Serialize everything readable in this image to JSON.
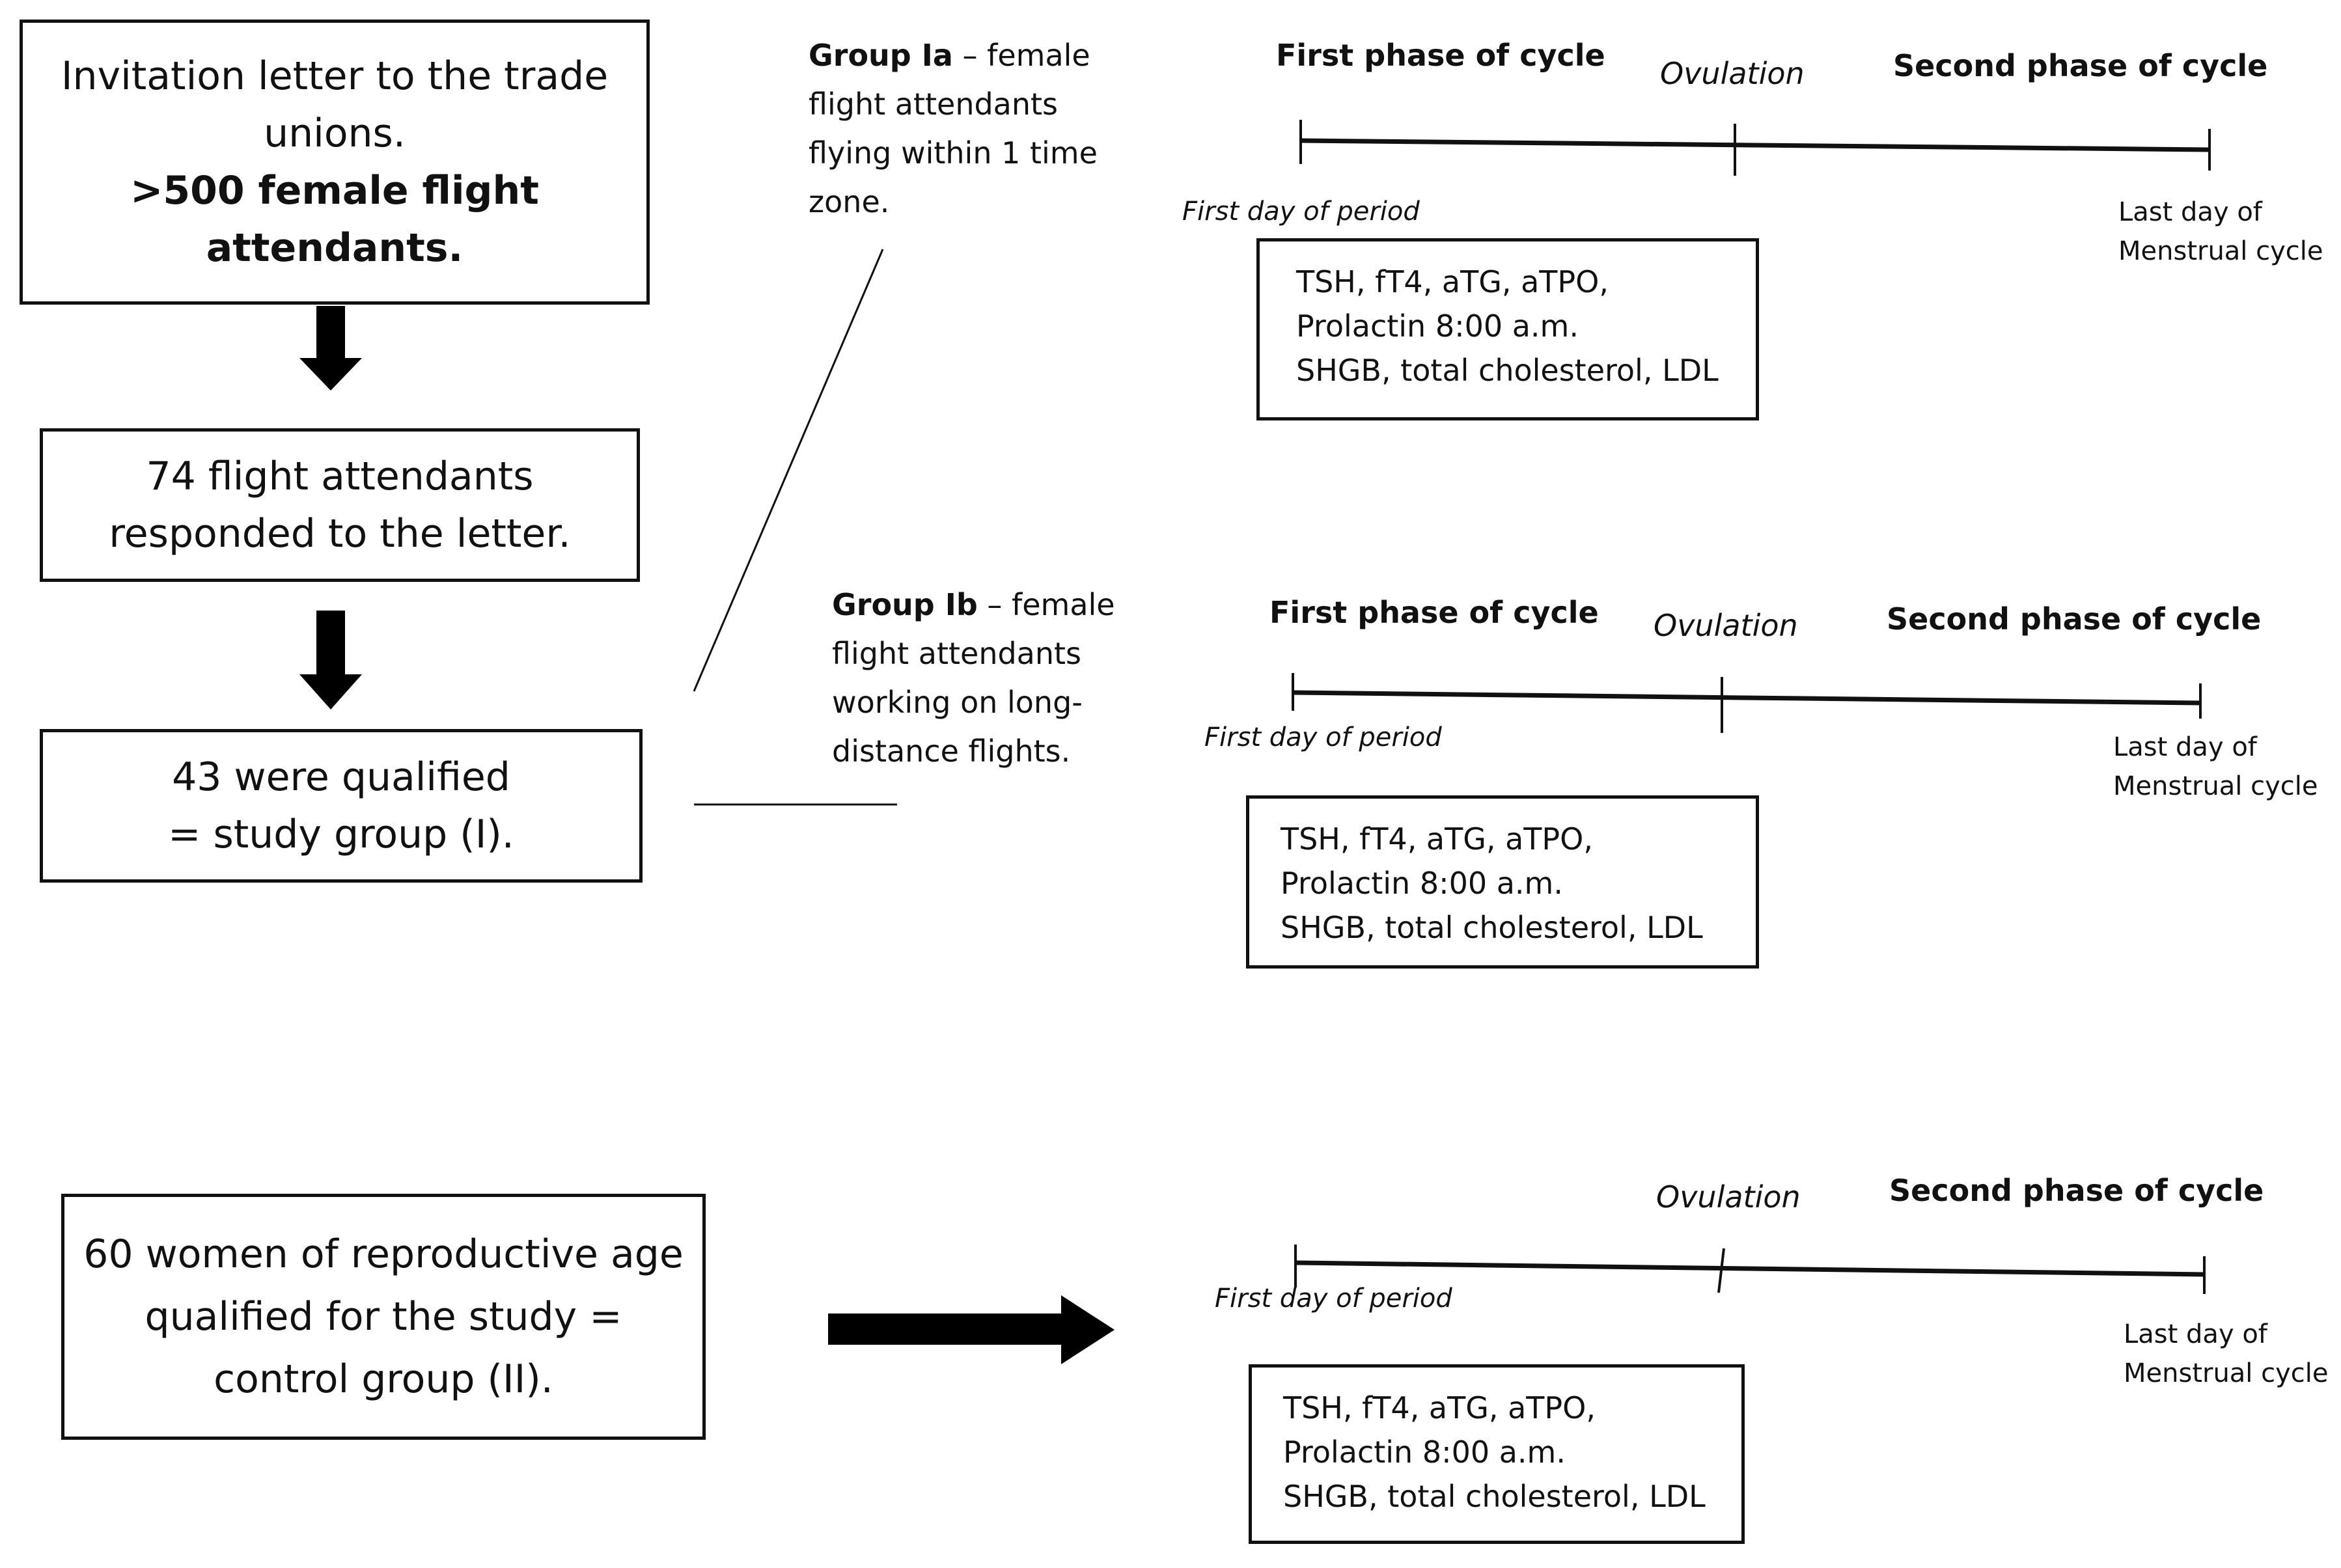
{
  "flow": {
    "invitation": {
      "line1": "Invitation letter to the trade",
      "line2": "unions.",
      "bold1": ">500 female flight",
      "bold2": "attendants."
    },
    "responded": {
      "line1": "74 flight attendants",
      "line2": "responded to the letter."
    },
    "qualified": {
      "line1": "43 were qualified",
      "line2": "= study group (I)."
    },
    "control": {
      "line1": "60 women of reproductive age",
      "line2": "qualified for the study =",
      "line3": "control group (II)."
    }
  },
  "groups": {
    "ia": {
      "title": "Group Ia",
      "dash": " – female",
      "lines": [
        "flight attendants",
        "flying within 1 time",
        "zone."
      ]
    },
    "ib": {
      "title": "Group Ib",
      "dash": " – female",
      "lines": [
        "flight attendants",
        "working on long-",
        "distance flights."
      ]
    }
  },
  "timelines": [
    {
      "first_phase": "First phase of cycle",
      "ovulation": "Ovulation",
      "second_phase": "Second phase of cycle",
      "first_day": "First day of period",
      "last_day_1": "Last day of",
      "last_day_2": "Menstrual cycle",
      "tests": [
        "TSH, fT4, aTG, aTPO,",
        "Prolactin 8:00 a.m.",
        "SHGB, total cholesterol, LDL"
      ]
    },
    {
      "first_phase": "First phase of cycle",
      "ovulation": "Ovulation",
      "second_phase": "Second phase of cycle",
      "first_day": "First day of period",
      "last_day_1": "Last day of",
      "last_day_2": "Menstrual cycle",
      "tests": [
        "TSH, fT4, aTG, aTPO,",
        "Prolactin 8:00 a.m.",
        "SHGB, total cholesterol, LDL"
      ]
    },
    {
      "ovulation": "Ovulation",
      "second_phase": "Second phase of cycle",
      "first_day": "First day of period",
      "last_day_1": "Last day of",
      "last_day_2": "Menstrual cycle",
      "tests": [
        "TSH, fT4, aTG, aTPO,",
        "Prolactin 8:00 a.m.",
        "SHGB, total cholesterol, LDL"
      ]
    }
  ]
}
